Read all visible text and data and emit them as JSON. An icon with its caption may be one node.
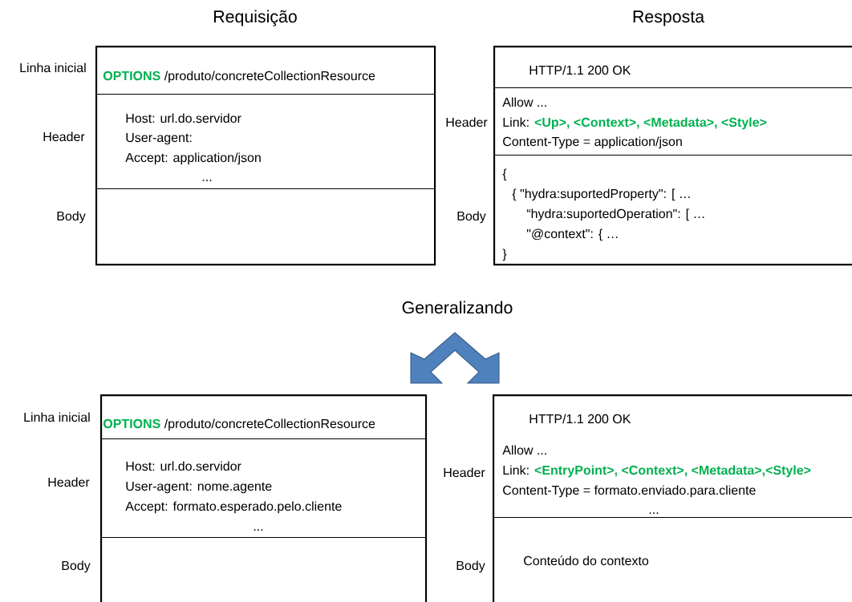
{
  "diagram": {
    "nodes": [
      {
        "text": [
          "Requisição"
        ]
      },
      {
        "text": [
          "OPTIONS",
          "/produto/concreteCollectionResource"
        ],
        "beside": [
          "Linha inicial"
        ],
        "in": 0
      },
      {
        "text": [
          "Host: url.do.servidor",
          "User-agent:",
          "Accept: application/json",
          "..."
        ],
        "beside": [
          "Header"
        ],
        "in": 0
      },
      {
        "text": [],
        "shape": "box",
        "beside": [
          "Body"
        ],
        "in": 0
      },
      {
        "text": [
          "Resposta"
        ]
      },
      {
        "text": [
          "HTTP/1.1 200 OK"
        ],
        "in": 4
      },
      {
        "text": [
          "Allow ...",
          "Link:",
          "<Up>, <Context>, <Metadata>, <Style>",
          "Content-Type = application/json"
        ],
        "beside": [
          "Header"
        ],
        "in": 4
      },
      {
        "text": [
          "{",
          "{ \"hydra:suportedProperty\": [ …",
          "“hydra:suportedOperation\": [ …",
          "\"@context\": { …",
          "}"
        ],
        "beside": [
          "Body"
        ],
        "in": 4
      },
      {
        "text": [],
        "shape": "box"
      },
      {
        "text": [
          "OPTIONS",
          "/produto/concreteCollectionResource"
        ],
        "beside": [
          "Linha inicial"
        ],
        "in": 8
      },
      {
        "text": [
          "Host: url.do.servidor",
          "User-agent: nome.agente",
          "Accept: formato.esperado.pelo.cliente",
          "..."
        ],
        "beside": [
          "Header"
        ],
        "in": 8
      },
      {
        "text": [],
        "shape": "box",
        "beside": [
          "Body"
        ],
        "in": 8
      },
      {
        "text": [],
        "shape": "box"
      },
      {
        "text": [
          "HTTP/1.1 200 OK",
          "Allow ...",
          "Link:",
          "<EntryPoint>, <Context>, <Metadata>,<Style>",
          "Content-Type = formato.enviado.para.cliente",
          "..."
        ],
        "beside": [
          "Header"
        ],
        "in": 12
      },
      {
        "text": [
          "Conteúdo do contexto"
        ],
        "beside": [
          "Body"
        ],
        "in": 12
      }
    ],
    "labels": [
      "Generalizando"
    ]
  }
}
